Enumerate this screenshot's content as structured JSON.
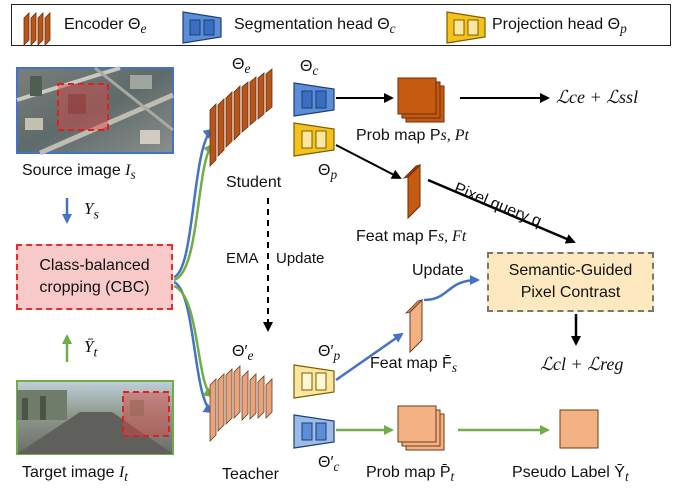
{
  "legend": {
    "encoder": "Encoder Θ",
    "encoder_sub": "e",
    "seg_head": "Segmentation head Θ",
    "seg_head_sub": "c",
    "proj_head": "Projection head Θ",
    "proj_head_sub": "p"
  },
  "source": {
    "caption": "Source image ",
    "symbol": "I",
    "sub": "s"
  },
  "target": {
    "caption": "Target image ",
    "symbol": "I",
    "sub": "t"
  },
  "labels": {
    "ys": "Y",
    "ys_sub": "s",
    "yt": "Ȳ",
    "yt_sub": "t",
    "cbc_line1": "Class-balanced",
    "cbc_line2": "cropping (CBC)",
    "theta_e": "Θ",
    "theta_e_sub": "e",
    "theta_c": "Θ",
    "theta_c_sub": "c",
    "theta_p": "Θ",
    "theta_p_sub": "p",
    "theta_e_prime": "Θ′",
    "theta_e_prime_sub": "e",
    "theta_p_prime": "Θ′",
    "theta_p_prime_sub": "p",
    "theta_c_prime": "Θ′",
    "theta_c_prime_sub": "c",
    "student": "Student",
    "teacher": "Teacher",
    "ema": "EMA",
    "update": "Update",
    "update2": "Update",
    "prob_map_st": "Prob map P",
    "prob_map_st_math": "s, Pt",
    "feat_map_st": "Feat map F",
    "feat_map_st_math": "s, Ft",
    "feat_map_s_bar": "Feat map F̄",
    "feat_map_s_bar_sub": "s",
    "prob_map_t_bar": "Prob map P̄",
    "prob_map_t_bar_sub": "t",
    "pseudo_label": "Pseudo Label Ȳ",
    "pseudo_label_sub": "t",
    "pixel_query": "Pixel query q",
    "loss_top": "ℒce + ℒssl",
    "loss_cl": "ℒcl + ℒreg",
    "sgpc_line1": "Semantic-Guided",
    "sgpc_line2": "Pixel Contrast"
  },
  "colors": {
    "encoder_student": "#b8561a",
    "encoder_teacher": "#e8a57d",
    "seg_head": "#3a6fbf",
    "proj_head": "#f4c21a",
    "blue_arrow": "#4472c4",
    "green_arrow": "#70ad47",
    "prob_dark": "#c55a11",
    "prob_light": "#f4b183"
  }
}
